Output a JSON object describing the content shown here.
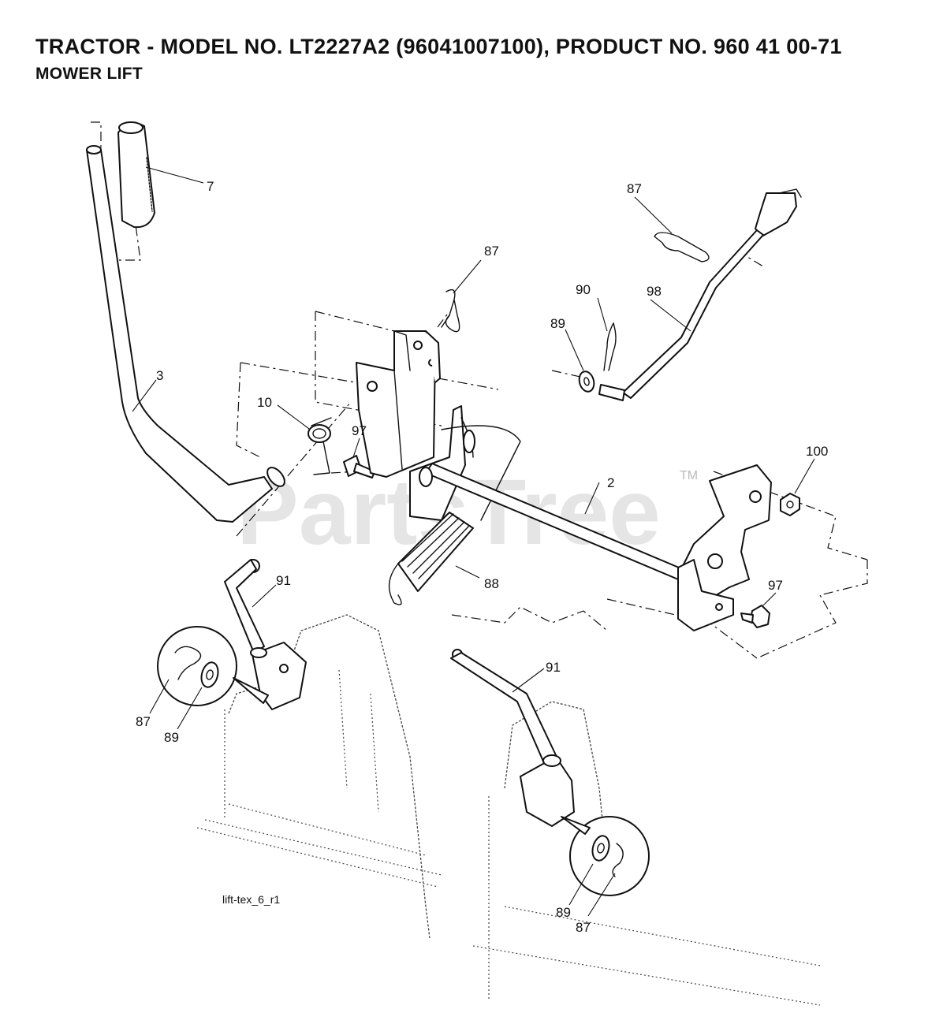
{
  "header": {
    "title": "TRACTOR - MODEL NO. LT2227A2 (96041007100), PRODUCT NO. 960 41 00-71",
    "subtitle": "MOWER LIFT"
  },
  "watermark": {
    "text": "PartsTree",
    "tm": "TM"
  },
  "drawing_ref": "lift-tex_6_r1",
  "callouts": [
    {
      "id": "7",
      "label": "7",
      "part": "handle grip"
    },
    {
      "id": "3",
      "label": "3",
      "part": "lift lever"
    },
    {
      "id": "87a",
      "label": "87",
      "part": "hairpin clip (upper right)"
    },
    {
      "id": "87b",
      "label": "87",
      "part": "hairpin clip (bracket)"
    },
    {
      "id": "90",
      "label": "90",
      "part": "cotter pin"
    },
    {
      "id": "98",
      "label": "98",
      "part": "height adjust rod"
    },
    {
      "id": "89a",
      "label": "89",
      "part": "washer"
    },
    {
      "id": "10",
      "label": "10",
      "part": "torsion spring"
    },
    {
      "id": "97a",
      "label": "97",
      "part": "bolt (bracket)"
    },
    {
      "id": "100",
      "label": "100",
      "part": "nut"
    },
    {
      "id": "2",
      "label": "2",
      "part": "lift shaft"
    },
    {
      "id": "97b",
      "label": "97",
      "part": "bolt (right)"
    },
    {
      "id": "88",
      "label": "88",
      "part": "assist spring"
    },
    {
      "id": "91a",
      "label": "91",
      "part": "lift link (left)"
    },
    {
      "id": "87c",
      "label": "87",
      "part": "hairpin clip (left detail)"
    },
    {
      "id": "89b",
      "label": "89",
      "part": "washer (left detail)"
    },
    {
      "id": "91b",
      "label": "91",
      "part": "lift link (right)"
    },
    {
      "id": "89c",
      "label": "89",
      "part": "washer (right detail)"
    },
    {
      "id": "87d",
      "label": "87",
      "part": "hairpin clip (right detail)"
    }
  ]
}
